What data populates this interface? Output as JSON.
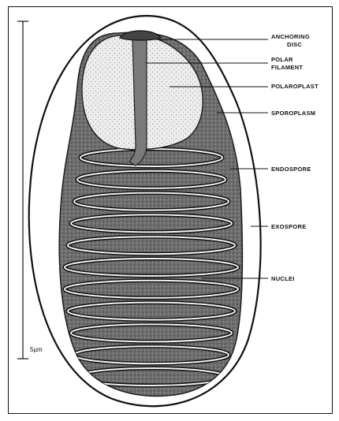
{
  "diagram": {
    "labels": {
      "anchoring_disc_line1": "ANCHORING",
      "anchoring_disc_line2": "DISC",
      "polar_filament_line1": "POLAR",
      "polar_filament_line2": "FILAMENT",
      "polaroplast": "POLAROPLAST",
      "sporoplasm": "SPOROPLASM",
      "endospore": "ENDOSPORE",
      "exospore": "EXOSPORE",
      "nuclei": "NUCLEI"
    },
    "scale_bar": {
      "label": "5µm"
    },
    "colors": {
      "ink": "#111111",
      "sporoplasm_fill": "#6e6e6e",
      "polaroplast_fill": "#ececec",
      "endospore_fill": "#ffffff"
    },
    "coil_turns": 11
  }
}
